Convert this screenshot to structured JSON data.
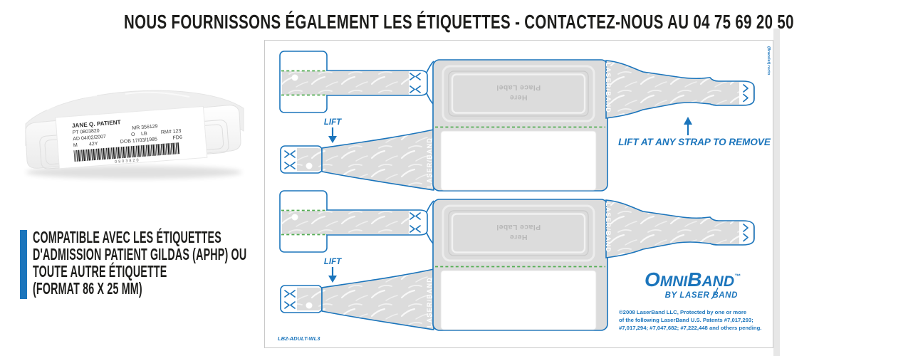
{
  "header": {
    "title": "NOUS FOURNISSONS ÉGALEMENT LES ÉTIQUETTES - CONTACTEZ-NOUS AU 04 75 69 20 50"
  },
  "photo": {
    "label": {
      "name": "JANE Q. PATIENT",
      "pt": "PT 0803820",
      "mr": "MR 356129",
      "ad": "AD 04/02/2007",
      "o": "O",
      "lb": "LB",
      "rm": "RM# 123",
      "sex": "M",
      "age": "42Y",
      "dob": "DOB 17/03/1985",
      "fd": "FD6",
      "barcode_number": "0803820"
    }
  },
  "note": {
    "lines": [
      "COMPATIBLE AVEC LES ÉTIQUETTES",
      "D'ADMISSION PATIENT GILDAS (APHP) OU",
      "TOUTE AUTRE ÉTIQUETTE",
      "(FORMAT 86 X 25 MM)"
    ]
  },
  "diagram": {
    "lift_label": "LIFT",
    "remove_label": "LIFT AT ANY STRAP TO REMOVE",
    "place_label_line1": "Place Label",
    "place_label_line2": "Here",
    "laserband_watermark": "LASER/BAND",
    "edge_code": "(Bracelet) recto",
    "product_code": "LB2-ADULT-WL3",
    "logo": {
      "part_o": "O",
      "part_mni": "MNI",
      "part_b": "B",
      "part_and": "AND",
      "tm": "™",
      "by": "BY ",
      "laser": "LASER",
      "band": "BAND"
    },
    "copyright_lines": [
      "©2008 LaserBand LLC, Protected by one or more",
      "of the following LaserBand U.S. Patents #7,017,293;",
      "#7,017,294; #7,047,682; #7,222,448 and others pending."
    ]
  },
  "colors": {
    "accent_blue": "#1b75bc",
    "green_dash": "#54ae54",
    "strap_gray": "#dcdcdc",
    "title_black": "#1d1d1b"
  }
}
